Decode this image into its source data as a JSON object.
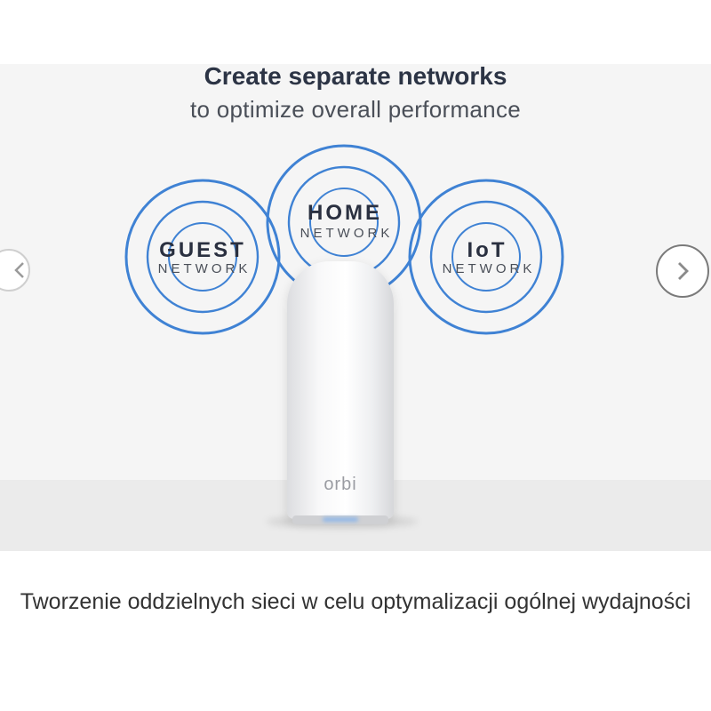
{
  "slide": {
    "headline": "Create separate networks",
    "subline": "to optimize overall performance",
    "bubbles": [
      {
        "title": "GUEST",
        "subtitle": "NETWORK"
      },
      {
        "title": "HOME",
        "subtitle": "NETWORK"
      },
      {
        "title": "IoT",
        "subtitle": "NETWORK"
      }
    ],
    "device_logo": "orbi"
  },
  "caption": "Tworzenie oddzielnych sieci w celu optymalizacji ogólnej wydajności",
  "controls": {
    "prev_icon": "chevron-left-icon",
    "next_icon": "chevron-right-icon"
  },
  "colors": {
    "ring": "#3f82d4",
    "title": "#2a3040"
  }
}
